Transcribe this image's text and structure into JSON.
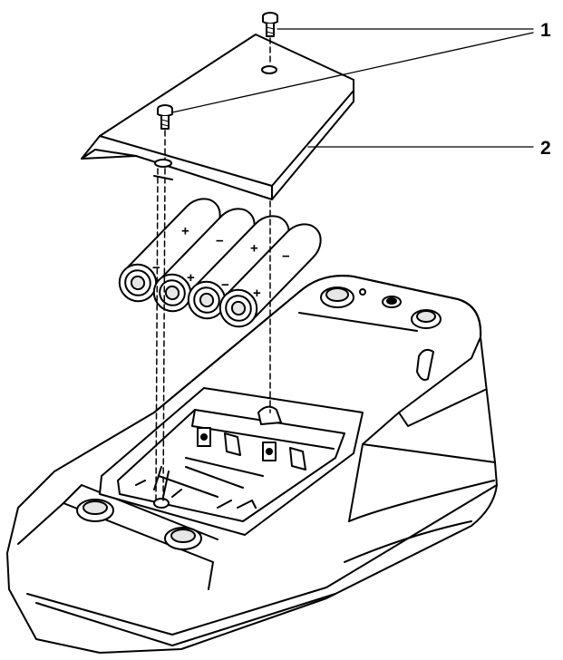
{
  "callouts": [
    {
      "label": "1",
      "part": "screws"
    },
    {
      "label": "2",
      "part": "battery compartment lid"
    }
  ],
  "battery_polarity": {
    "plus": "+",
    "minus": "−"
  },
  "colors": {
    "ink": "#000000",
    "paper": "#ffffff",
    "shade": "#e6e6e6"
  }
}
